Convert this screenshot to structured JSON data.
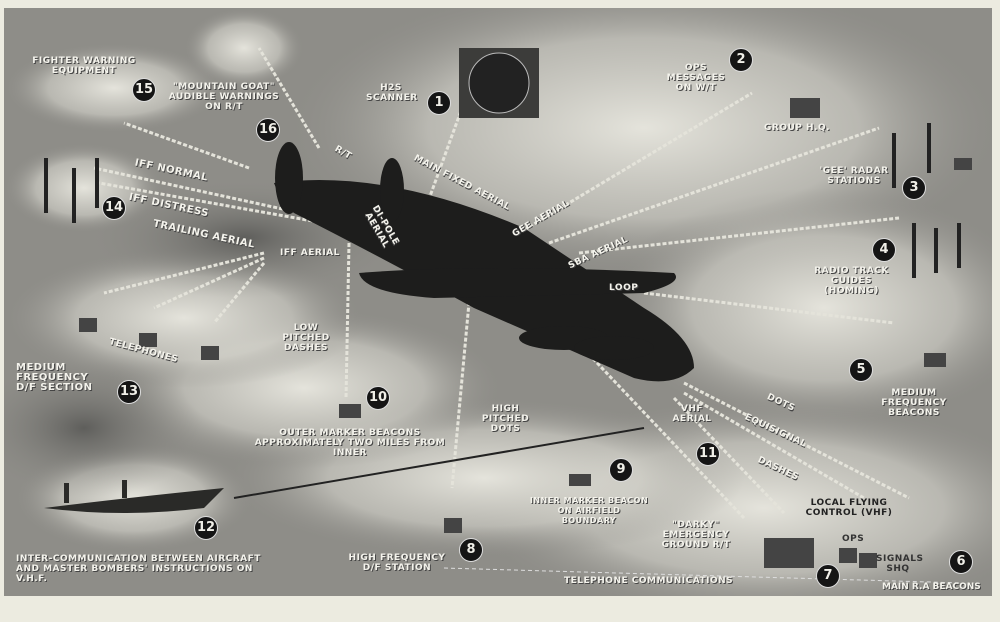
{
  "items": [
    {
      "number": "1",
      "label": "H2S SCANNER"
    },
    {
      "number": "2",
      "label": "OPS MESSAGES ON W/T",
      "sublabel": "GROUP H.Q."
    },
    {
      "number": "3",
      "label": "'GEE' RADAR STATIONS"
    },
    {
      "number": "4",
      "label": "RADIO TRACK GUIDES (HOMING)"
    },
    {
      "number": "5",
      "label": "MEDIUM FREQUENCY BEACONS"
    },
    {
      "number": "6",
      "label": "MAIN R.A BEACONS"
    },
    {
      "number": "7",
      "label": "LOCAL FLYING CONTROL (VHF)",
      "sublabels": [
        "OPS",
        "SIGNALS SHQ",
        "\"DARKY\" EMERGENCY GROUND R/T"
      ]
    },
    {
      "number": "8",
      "label": "HIGH FREQUENCY D/F STATION"
    },
    {
      "number": "9",
      "label": "INNER MARKER BEACON ON AIRFIELD BOUNDARY",
      "sublabel": "HIGH PITCHED DOTS"
    },
    {
      "number": "10",
      "label": "OUTER MARKER BEACONS APPROXIMATELY TWO MILES FROM INNER",
      "sublabel": "LOW PITCHED DASHES"
    },
    {
      "number": "11",
      "label": "VHF AERIAL",
      "sublabels": [
        "DOTS",
        "EQUISIGNAL",
        "DASHES"
      ]
    },
    {
      "number": "12",
      "label": "INTER-COMMUNICATION BETWEEN AIRCRAFT AND MASTER BOMBERS' INSTRUCTIONS ON V.H.F."
    },
    {
      "number": "13",
      "label": "MEDIUM FREQUENCY D/F SECTION",
      "sublabel": "TELEPHONES"
    },
    {
      "number": "14",
      "label": "IFF NORMAL",
      "sublabel": "IFF DISTRESS"
    },
    {
      "number": "15",
      "label": "FIGHTER WARNING EQUIPMENT"
    },
    {
      "number": "16",
      "label": "\"MOUNTAIN GOAT\" AUDIBLE WARNINGS ON R/T"
    }
  ],
  "aerials": {
    "rt": "R/T",
    "main_fixed": "MAIN FIXED AERIAL",
    "dipole": "DI-POLE AERIAL",
    "gee": "GEE AERIAL",
    "sba": "SBA AERIAL",
    "loop": "LOOP",
    "trailing": "TRAILING AERIAL",
    "iff": "IFF AERIAL"
  },
  "footer": {
    "telephone": "TELEPHONE COMMUNICATIONS"
  }
}
